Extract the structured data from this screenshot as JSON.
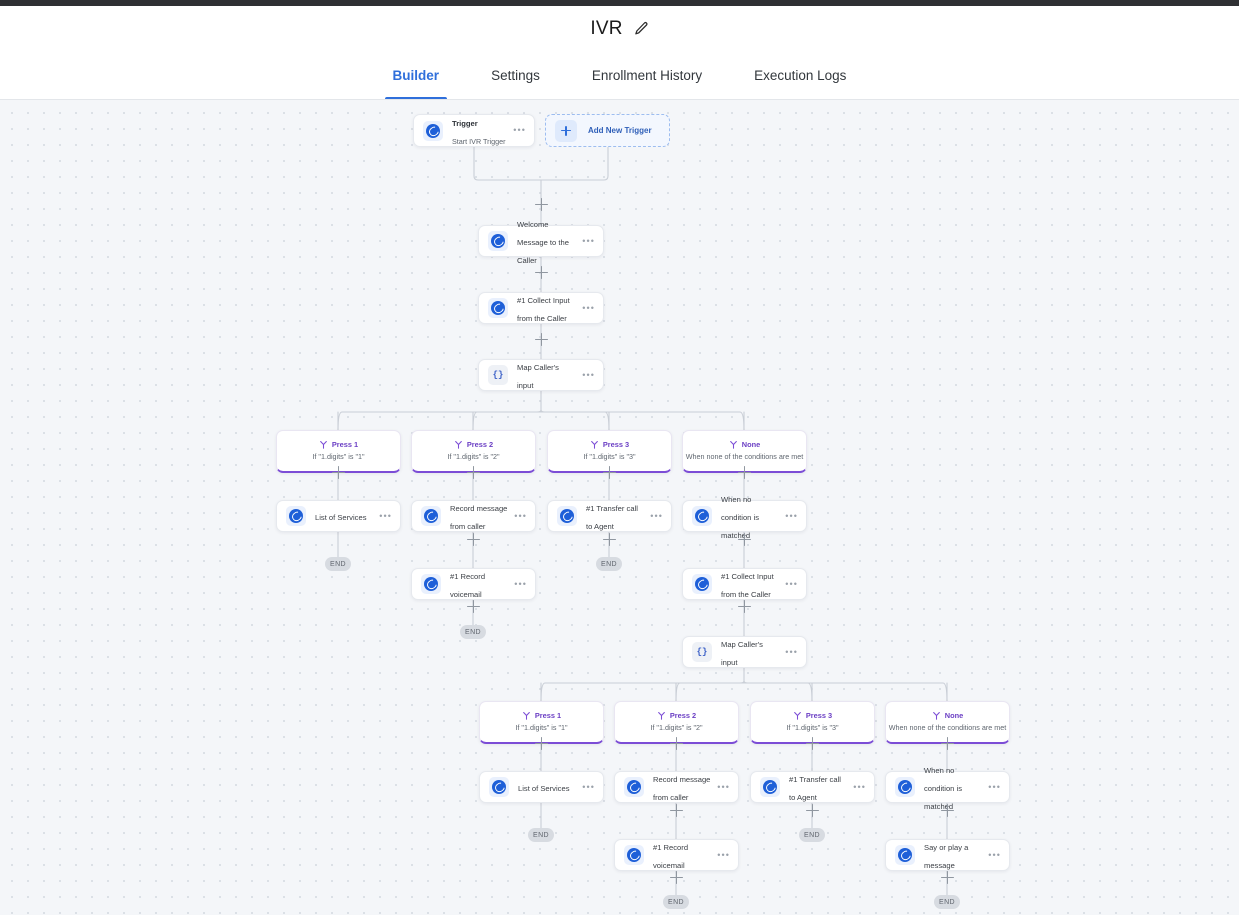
{
  "header": {
    "title": "IVR",
    "edit_icon": "pencil-icon"
  },
  "tabs": [
    {
      "label": "Builder",
      "active": true
    },
    {
      "label": "Settings",
      "active": false
    },
    {
      "label": "Enrollment History",
      "active": false
    },
    {
      "label": "Execution Logs",
      "active": false
    }
  ],
  "colors": {
    "accent_blue": "#2f6fdb",
    "branch_purple": "#7c4dd6",
    "canvas_bg": "#f4f6f9",
    "node_icon_blue": "#1e5fd8",
    "end_pill_gray": "#d7dbe1"
  },
  "canvas": {
    "add_trigger_label": "Add New Trigger",
    "end_label": "END",
    "ellipsis": "•••",
    "trigger": {
      "title": "Trigger",
      "subtitle": "Start IVR Trigger"
    },
    "nodes": [
      {
        "id": "welcome",
        "label": "Welcome Message to the Caller",
        "icon": "call-icon"
      },
      {
        "id": "collect1",
        "label": "#1 Collect Input from the Caller",
        "icon": "call-icon"
      },
      {
        "id": "map1",
        "label": "Map Caller's input",
        "icon": "code-icon"
      },
      {
        "id": "services1",
        "label": "List of Services",
        "icon": "call-icon"
      },
      {
        "id": "record1",
        "label": "Record message from caller",
        "icon": "call-icon"
      },
      {
        "id": "transfer1",
        "label": "#1 Transfer call to Agent",
        "icon": "call-icon"
      },
      {
        "id": "nocond1",
        "label": "When no condition is matched",
        "icon": "call-icon"
      },
      {
        "id": "voicemail1",
        "label": "#1 Record voicemail",
        "icon": "call-icon"
      },
      {
        "id": "collect2",
        "label": "#1 Collect Input from the Caller",
        "icon": "call-icon"
      },
      {
        "id": "map2",
        "label": "Map Caller's input",
        "icon": "code-icon"
      },
      {
        "id": "services2",
        "label": "List of Services",
        "icon": "call-icon"
      },
      {
        "id": "record2",
        "label": "Record message from caller",
        "icon": "call-icon"
      },
      {
        "id": "transfer2",
        "label": "#1 Transfer call to Agent",
        "icon": "call-icon"
      },
      {
        "id": "nocond2",
        "label": "When no condition is matched",
        "icon": "call-icon"
      },
      {
        "id": "voicemail2",
        "label": "#1 Record voicemail",
        "icon": "call-icon"
      },
      {
        "id": "sayplay",
        "label": "Say or play a message",
        "icon": "call-icon"
      }
    ],
    "branches_level1": [
      {
        "title": "Press 1",
        "condition": "If \"1.digits\" is \"1\""
      },
      {
        "title": "Press 2",
        "condition": "If \"1.digits\" is \"2\""
      },
      {
        "title": "Press 3",
        "condition": "If \"1.digits\" is \"3\""
      },
      {
        "title": "None",
        "condition": "When none of the conditions are met"
      }
    ],
    "branches_level2": [
      {
        "title": "Press 1",
        "condition": "If \"1.digits\" is \"1\""
      },
      {
        "title": "Press 2",
        "condition": "If \"1.digits\" is \"2\""
      },
      {
        "title": "Press 3",
        "condition": "If \"1.digits\" is \"3\""
      },
      {
        "title": "None",
        "condition": "When none of the conditions are met"
      }
    ]
  }
}
